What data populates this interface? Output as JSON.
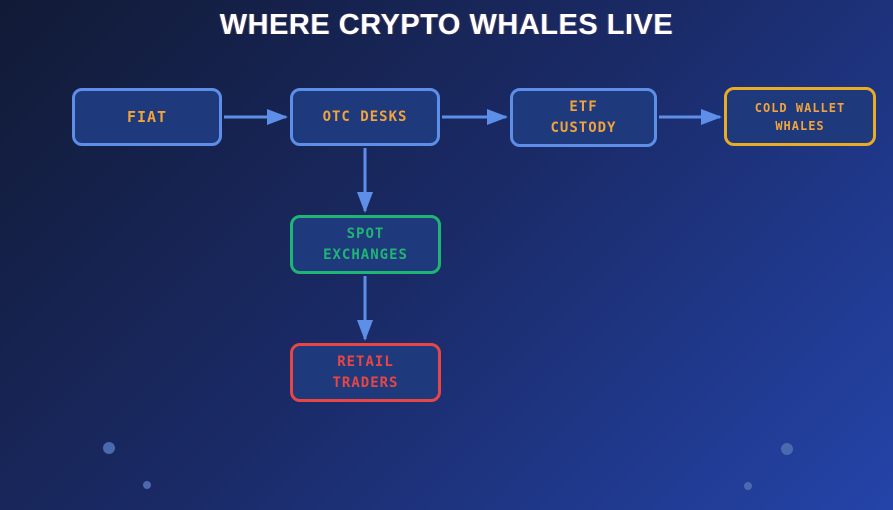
{
  "title": "WHERE CRYPTO WHALES LIVE",
  "diagram": {
    "nodes": {
      "fiat": {
        "label": "FIAT",
        "border_color": "#5d8fe8",
        "text_color": "#f2a33b"
      },
      "otc": {
        "label": "OTC DESKS",
        "border_color": "#5d8fe8",
        "text_color": "#f2a33b"
      },
      "etf": {
        "label": "ETF\nCUSTODY",
        "border_color": "#5d8fe8",
        "text_color": "#f2a33b"
      },
      "cold": {
        "label": "COLD WALLET\nWHALES",
        "border_color": "#e9ac25",
        "text_color": "#f2a33b"
      },
      "spot": {
        "label": "SPOT\nEXCHANGES",
        "border_color": "#1fb574",
        "text_color": "#1fb574"
      },
      "retail": {
        "label": "RETAIL\nTRADERS",
        "border_color": "#e84545",
        "text_color": "#e84545"
      }
    },
    "edges": [
      {
        "from": "fiat",
        "to": "otc",
        "direction": "right"
      },
      {
        "from": "otc",
        "to": "etf",
        "direction": "right"
      },
      {
        "from": "etf",
        "to": "cold",
        "direction": "right"
      },
      {
        "from": "otc",
        "to": "spot",
        "direction": "down"
      },
      {
        "from": "spot",
        "to": "retail",
        "direction": "down"
      }
    ],
    "colors": {
      "node_fill": "#1e3a7d",
      "arrow": "#5d8fe8",
      "background_top_left": "#111a35",
      "background_bottom_right": "#2444a9",
      "decor_dot": "#4a69ae"
    }
  }
}
